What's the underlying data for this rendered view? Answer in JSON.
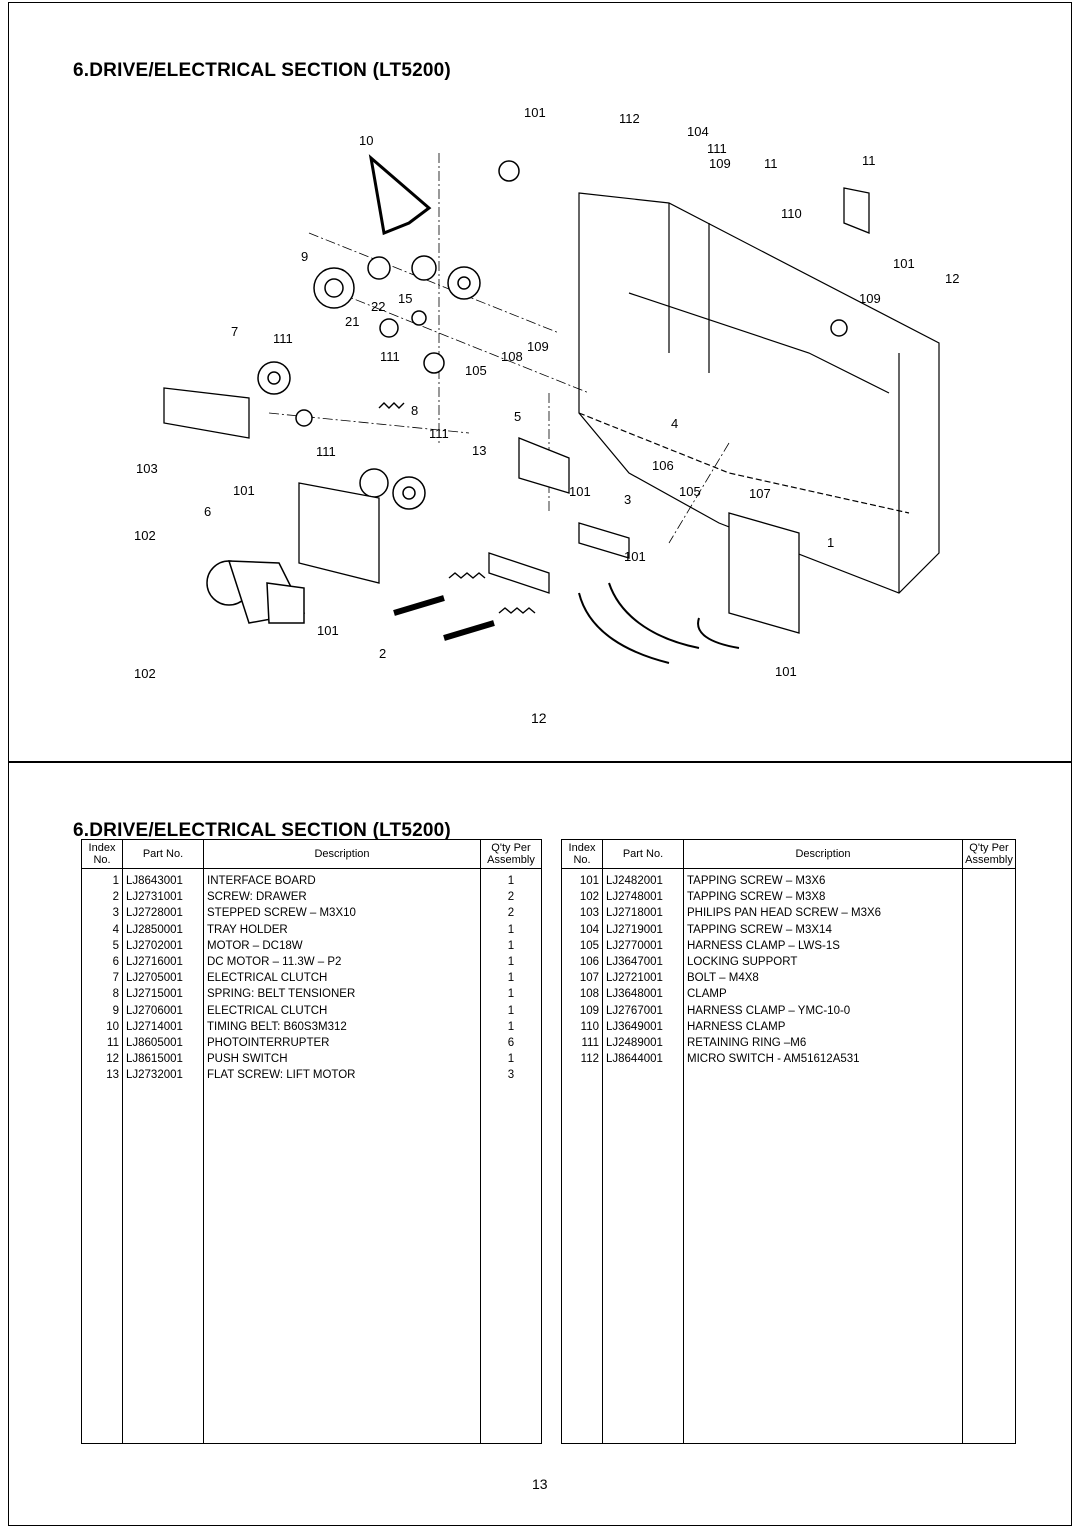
{
  "page_top": {
    "title": "6.DRIVE/ELECTRICAL SECTION (LT5200)",
    "page_number": "12",
    "callouts": [
      "101",
      "112",
      "104",
      "10",
      "111",
      "109",
      "11",
      "11",
      "110",
      "9",
      "101",
      "12",
      "15",
      "22",
      "109",
      "21",
      "7",
      "111",
      "111",
      "108",
      "109",
      "105",
      "8",
      "5",
      "4",
      "111",
      "111",
      "13",
      "106",
      "103",
      "101",
      "101",
      "105",
      "107",
      "3",
      "6",
      "102",
      "1",
      "101",
      "101",
      "2",
      "102",
      "101"
    ]
  },
  "page_bottom": {
    "title": "6.DRIVE/ELECTRICAL SECTION (LT5200)",
    "page_number": "13",
    "headers": {
      "index": "Index No.",
      "part_no": "Part No.",
      "description": "Description",
      "qty": "Q'ty Per Assembly"
    },
    "left_rows": [
      {
        "index": "1",
        "part": "LJ8643001",
        "desc": "INTERFACE BOARD",
        "qty": "1"
      },
      {
        "index": "2",
        "part": "LJ2731001",
        "desc": "SCREW: DRAWER",
        "qty": "2"
      },
      {
        "index": "3",
        "part": "LJ2728001",
        "desc": "STEPPED SCREW – M3X10",
        "qty": "2"
      },
      {
        "index": "4",
        "part": "LJ2850001",
        "desc": "TRAY HOLDER",
        "qty": "1"
      },
      {
        "index": "5",
        "part": "LJ2702001",
        "desc": "MOTOR – DC18W",
        "qty": "1"
      },
      {
        "index": "6",
        "part": "LJ2716001",
        "desc": "DC MOTOR – 11.3W – P2",
        "qty": "1"
      },
      {
        "index": "7",
        "part": "LJ2705001",
        "desc": "ELECTRICAL CLUTCH",
        "qty": "1"
      },
      {
        "index": "8",
        "part": "LJ2715001",
        "desc": "SPRING: BELT TENSIONER",
        "qty": "1"
      },
      {
        "index": "9",
        "part": "LJ2706001",
        "desc": "ELECTRICAL CLUTCH",
        "qty": "1"
      },
      {
        "index": "10",
        "part": "LJ2714001",
        "desc": "TIMING BELT: B60S3M312",
        "qty": "1"
      },
      {
        "index": "11",
        "part": "LJ8605001",
        "desc": "PHOTOINTERRUPTER",
        "qty": "6"
      },
      {
        "index": "12",
        "part": "LJ8615001",
        "desc": "PUSH SWITCH",
        "qty": "1"
      },
      {
        "index": "13",
        "part": "LJ2732001",
        "desc": "FLAT SCREW: LIFT MOTOR",
        "qty": "3"
      }
    ],
    "right_rows": [
      {
        "index": "101",
        "part": "LJ2482001",
        "desc": "TAPPING SCREW – M3X6",
        "qty": ""
      },
      {
        "index": "102",
        "part": "LJ2748001",
        "desc": "TAPPING SCREW – M3X8",
        "qty": ""
      },
      {
        "index": "103",
        "part": "LJ2718001",
        "desc": "PHILIPS PAN HEAD SCREW – M3X6",
        "qty": ""
      },
      {
        "index": "104",
        "part": "LJ2719001",
        "desc": "TAPPING SCREW – M3X14",
        "qty": ""
      },
      {
        "index": "105",
        "part": "LJ2770001",
        "desc": "HARNESS CLAMP – LWS-1S",
        "qty": ""
      },
      {
        "index": "106",
        "part": "LJ3647001",
        "desc": "LOCKING SUPPORT",
        "qty": ""
      },
      {
        "index": "107",
        "part": "LJ2721001",
        "desc": "BOLT – M4X8",
        "qty": ""
      },
      {
        "index": "108",
        "part": "LJ3648001",
        "desc": "CLAMP",
        "qty": ""
      },
      {
        "index": "109",
        "part": "LJ2767001",
        "desc": "HARNESS CLAMP – YMC-10-0",
        "qty": ""
      },
      {
        "index": "110",
        "part": "LJ3649001",
        "desc": "HARNESS CLAMP",
        "qty": ""
      },
      {
        "index": "111",
        "part": "LJ2489001",
        "desc": "RETAINING RING –M6",
        "qty": ""
      },
      {
        "index": "112",
        "part": "LJ8644001",
        "desc": "MICRO SWITCH - AM51612A531",
        "qty": ""
      }
    ]
  }
}
